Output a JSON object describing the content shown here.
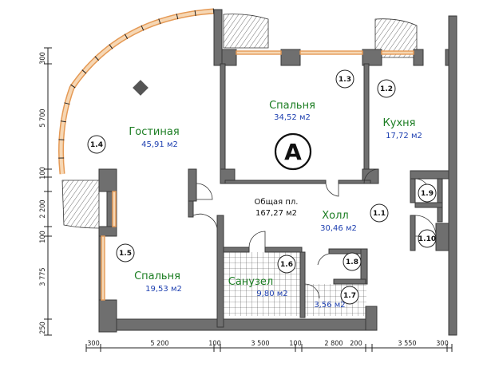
{
  "apartment_label": "A",
  "total": {
    "label": "Общая пл.",
    "value": "167,27 м2"
  },
  "rooms": {
    "living": {
      "name": "Гостиная",
      "area": "45,91 м2",
      "tag": "1.4"
    },
    "bedroom1": {
      "name": "Спальня",
      "area": "34,52 м2",
      "tag": "1.3"
    },
    "kitchen": {
      "name": "Кухня",
      "area": "17,72 м2",
      "tag": "1.2"
    },
    "hall": {
      "name": "Холл",
      "area": "30,46 м2",
      "tag": "1.1"
    },
    "bedroom2": {
      "name": "Спальня",
      "area": "19,53 м2",
      "tag": "1.5"
    },
    "bathroom": {
      "name": "Санузел",
      "area": "9,80 м2",
      "tag": "1.6"
    },
    "closet": {
      "area": "3,56 м2",
      "tag": "1.7"
    },
    "tag_1_8": "1.8",
    "tag_1_9": "1.9",
    "tag_1_10": "1.10"
  },
  "dimensions": {
    "bottom": [
      "300",
      "5 200",
      "100",
      "3 500",
      "100",
      "2 800",
      "200",
      "3 550",
      "300"
    ],
    "left": [
      "300",
      "5 700",
      "100",
      "2 200",
      "100",
      "3 775",
      "250"
    ]
  }
}
